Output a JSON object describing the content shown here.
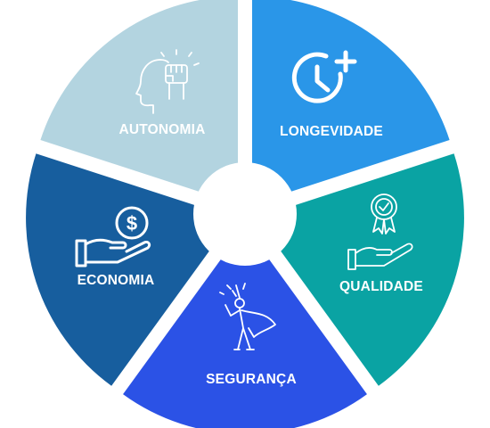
{
  "segments": [
    {
      "key": "autonomia",
      "label": "AUTONOMIA",
      "icon": "fist-head-icon",
      "color": "#b3d4e0"
    },
    {
      "key": "longevidade",
      "label": "LONGEVIDADE",
      "icon": "clock-plus-icon",
      "color": "#2a96e8"
    },
    {
      "key": "qualidade",
      "label": "QUALIDADE",
      "icon": "award-hand-icon",
      "color": "#0aa3a3"
    },
    {
      "key": "seguranca",
      "label": "SEGURANÇA",
      "icon": "superhero-icon",
      "color": "#2b52e6"
    },
    {
      "key": "economia",
      "label": "ECONOMIA",
      "icon": "money-hand-icon",
      "color": "#175e9e"
    }
  ]
}
